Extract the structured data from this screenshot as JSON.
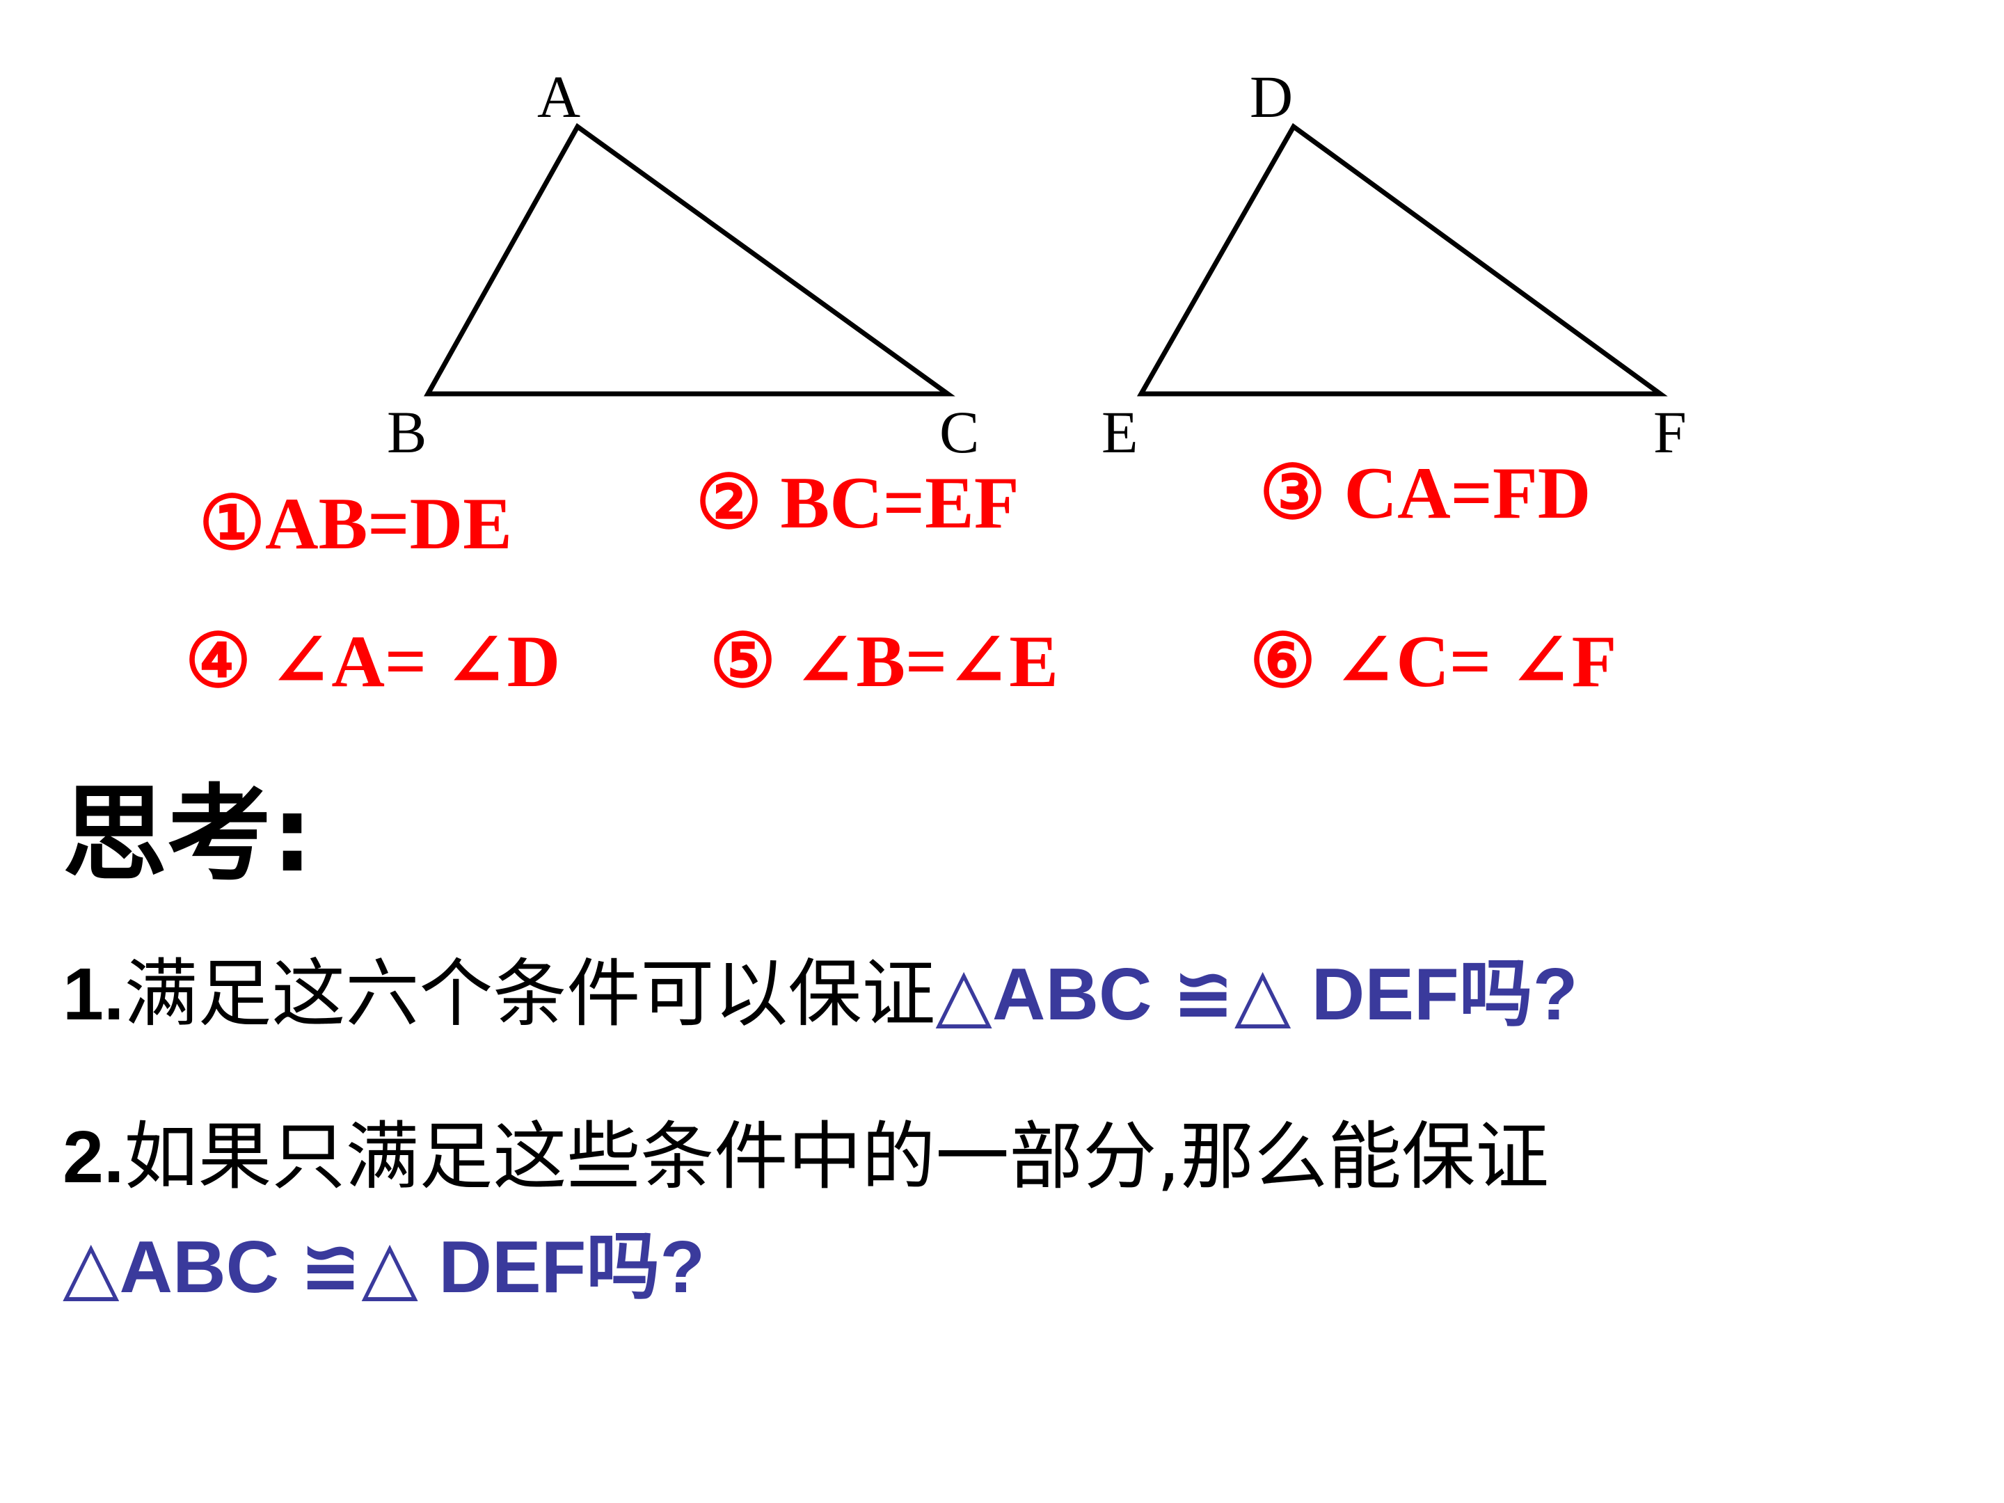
{
  "figure": {
    "triangle_abc": {
      "vertices": [
        "A",
        "B",
        "C"
      ]
    },
    "triangle_def": {
      "vertices": [
        "D",
        "E",
        "F"
      ]
    },
    "stroke_color": "#000000"
  },
  "conditions": {
    "color": "#ff0000",
    "c1": "①AB=DE",
    "c2": "② BC=EF",
    "c3": "③ CA=FD",
    "c4": "④ ∠A= ∠D",
    "c5": "⑤ ∠B=∠E",
    "c6": "⑥ ∠C= ∠F"
  },
  "thinking": {
    "title": "思考:"
  },
  "questions": {
    "accent_color": "#3a3a9c",
    "q1": {
      "number": "1.",
      "text": "满足这六个条件可以保证",
      "expr": "△ABC ≌△ DEF吗?"
    },
    "q2": {
      "number": "2.",
      "text": "如果只满足这些条件中的一部分,那么能保证",
      "expr": "△ABC ≌△ DEF吗?"
    }
  }
}
